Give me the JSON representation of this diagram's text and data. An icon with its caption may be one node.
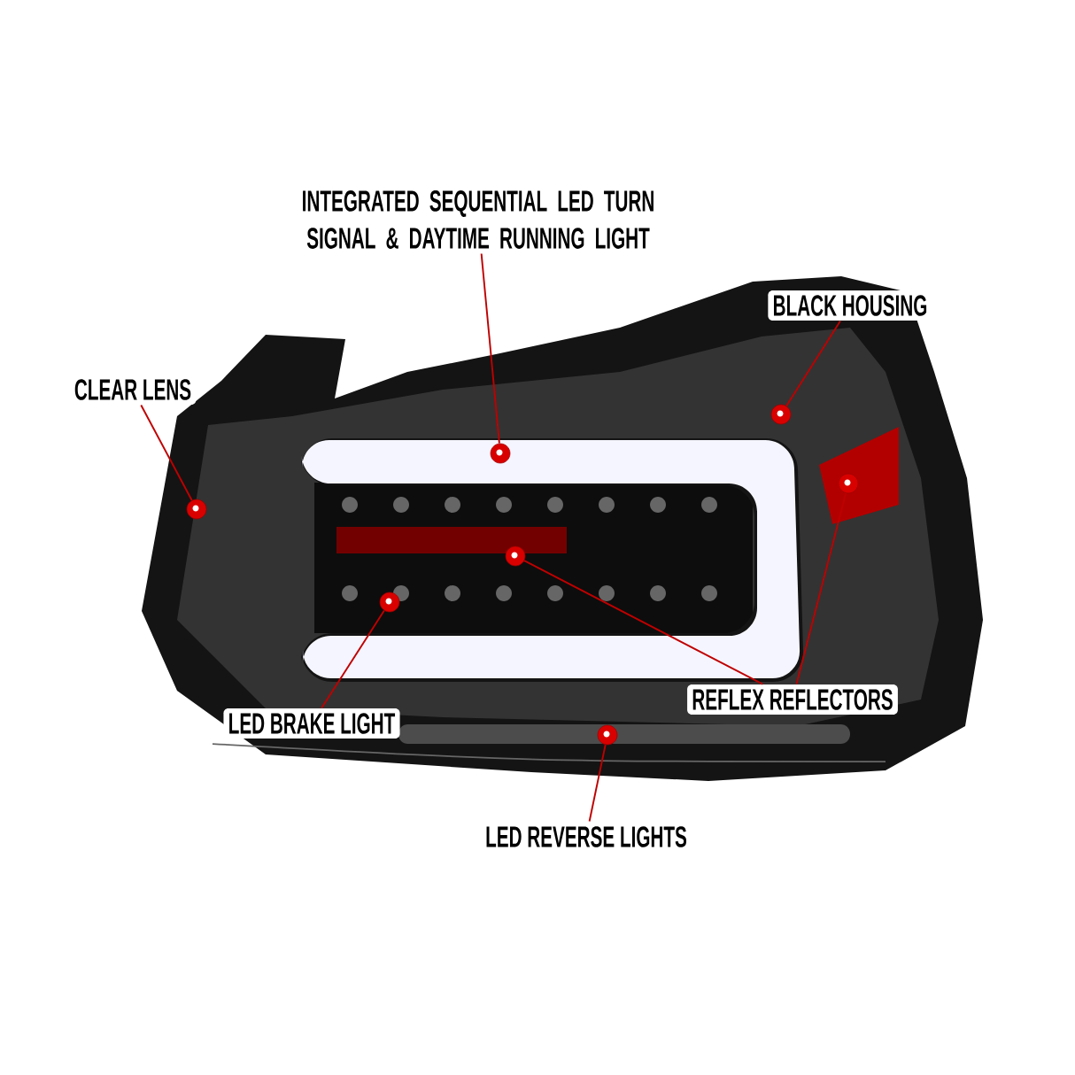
{
  "diagram": {
    "nodes": [
      {
        "text": [
          "INTEGRATED SEQUENTIAL LED TURN SIGNAL & DAYTIME RUNNING LIGHT"
        ]
      },
      {
        "text": [
          "BLACK HOUSING"
        ]
      },
      {
        "text": [
          "CLEAR LENS"
        ]
      },
      {
        "text": [
          "REFLEX REFLECTORS"
        ]
      },
      {
        "text": [
          "LED BRAKE LIGHT"
        ]
      },
      {
        "text": [
          "LED REVERSE LIGHTS"
        ]
      },
      {
        "text": [],
        "shape": "circle"
      },
      {
        "text": [],
        "shape": "circle"
      },
      {
        "text": [],
        "shape": "circle"
      },
      {
        "text": [],
        "shape": "circle"
      },
      {
        "text": [],
        "shape": "circle"
      },
      {
        "text": [],
        "shape": "circle"
      },
      {
        "text": [],
        "shape": "circle"
      }
    ],
    "edges": [
      {
        "from": 0,
        "to": 6,
        "arrow": "none"
      },
      {
        "from": 1,
        "to": 7,
        "arrow": "none"
      },
      {
        "from": 2,
        "to": 8,
        "arrow": "none"
      },
      {
        "from": 3,
        "to": 9,
        "arrow": "none"
      },
      {
        "from": 3,
        "to": 10,
        "arrow": "none"
      },
      {
        "from": 4,
        "to": 11,
        "arrow": "none"
      },
      {
        "from": 5,
        "to": 12,
        "arrow": "none"
      }
    ]
  }
}
